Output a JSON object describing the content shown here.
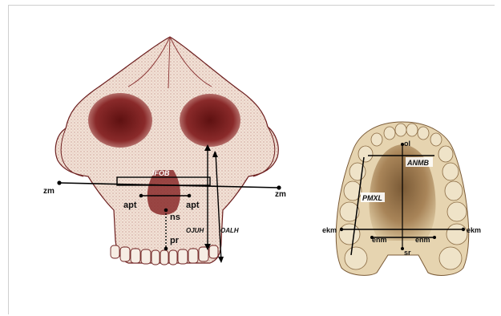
{
  "skull": {
    "labels": {
      "zm_left": "zm",
      "zm_right": "zm",
      "ifob": "IFOB",
      "apt_left": "apt",
      "apt_right": "apt",
      "ns": "ns",
      "pr": "pr",
      "ojuh": "OJUH",
      "oalh": "OALH"
    }
  },
  "palate": {
    "labels": {
      "ol": "ol",
      "anmb": "ANMB",
      "pmxl": "PMXL",
      "ekm_left": "ekm",
      "ekm_right": "ekm",
      "enm_left": "enm",
      "enm_right": "enm",
      "sr": "sr"
    }
  },
  "colors": {
    "bone": "#f1e2d6",
    "stipple": "#8a2a2a",
    "orbit": "#7a1c1c",
    "line": "#000000",
    "palate_bone": "#e2cfa9",
    "palate_dark": "#6b4a2a"
  }
}
